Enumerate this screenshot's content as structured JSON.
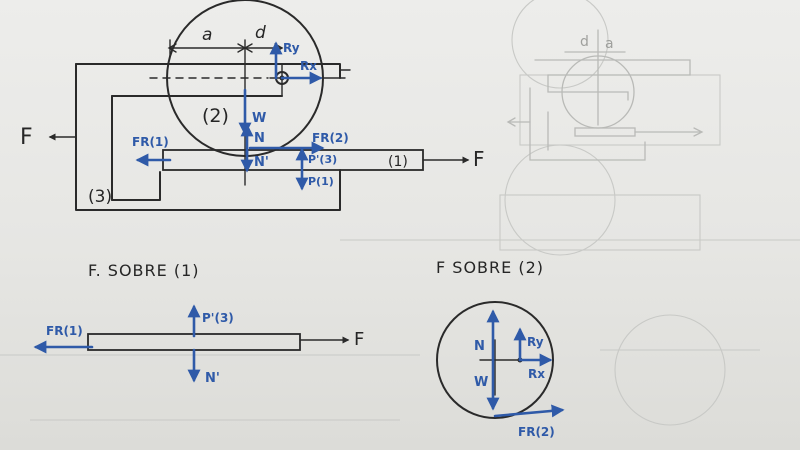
{
  "top_diagram": {
    "force_left": "F",
    "dim_a": "a",
    "dim_d": "d",
    "reaction_y": "Ry",
    "reaction_x": "Rx",
    "body_2": "(2)",
    "weight": "W",
    "normal": "N",
    "normal_prime": "N'",
    "friction_1": "FR(1)",
    "friction_2": "FR(2)",
    "p_prime_3": "P'(3)",
    "p_1": "P(1)",
    "body_1": "(1)",
    "force_right": "F",
    "body_3": "(3)"
  },
  "ghost_sketch": {
    "dim_d": "d",
    "dim_a": "a"
  },
  "fbd_1": {
    "title": "F. SOBRE (1)",
    "friction": "FR(1)",
    "p_prime": "P'(3)",
    "normal_prime": "N'",
    "force": "F"
  },
  "fbd_2": {
    "title": "F SOBRE (2)",
    "normal": "N",
    "weight": "W",
    "reaction_y": "Ry",
    "reaction_x": "Rx",
    "friction": "FR(2)"
  }
}
